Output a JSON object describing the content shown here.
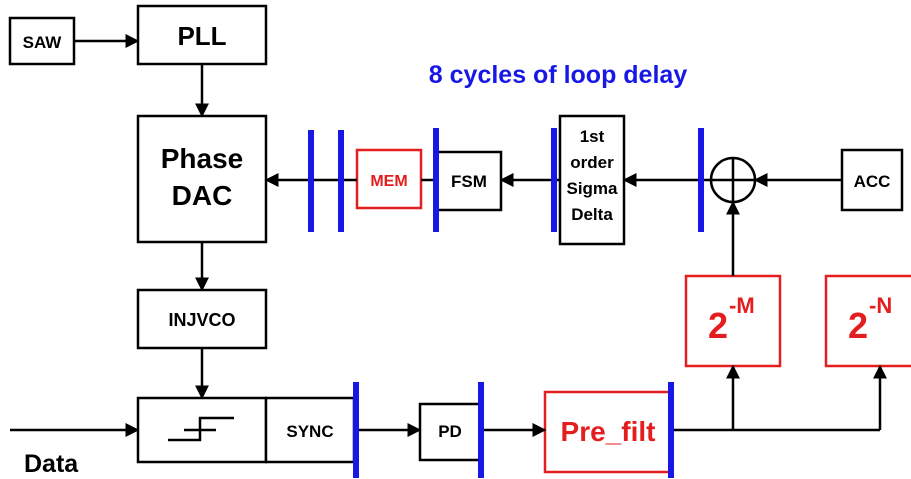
{
  "title": "8 cycles of loop delay",
  "blocks": {
    "saw": "SAW",
    "pll": "PLL",
    "phase_dac_line1": "Phase",
    "phase_dac_line2": "DAC",
    "injvco": "INJVCO",
    "sync": "SYNC",
    "pd": "PD",
    "pre_filt": "Pre_filt",
    "mem": "MEM",
    "fsm": "FSM",
    "sigma_delta_line1": "1st",
    "sigma_delta_line2": "order",
    "sigma_delta_line3": "Sigma",
    "sigma_delta_line4": "Delta",
    "acc": "ACC",
    "scale_m_base": "2",
    "scale_m_exp": "-M",
    "scale_n_base": "2",
    "scale_n_exp": "-N"
  },
  "input_label": "Data",
  "colors": {
    "black": "#000000",
    "red": "#e41e1e",
    "blue": "#1818e6"
  }
}
